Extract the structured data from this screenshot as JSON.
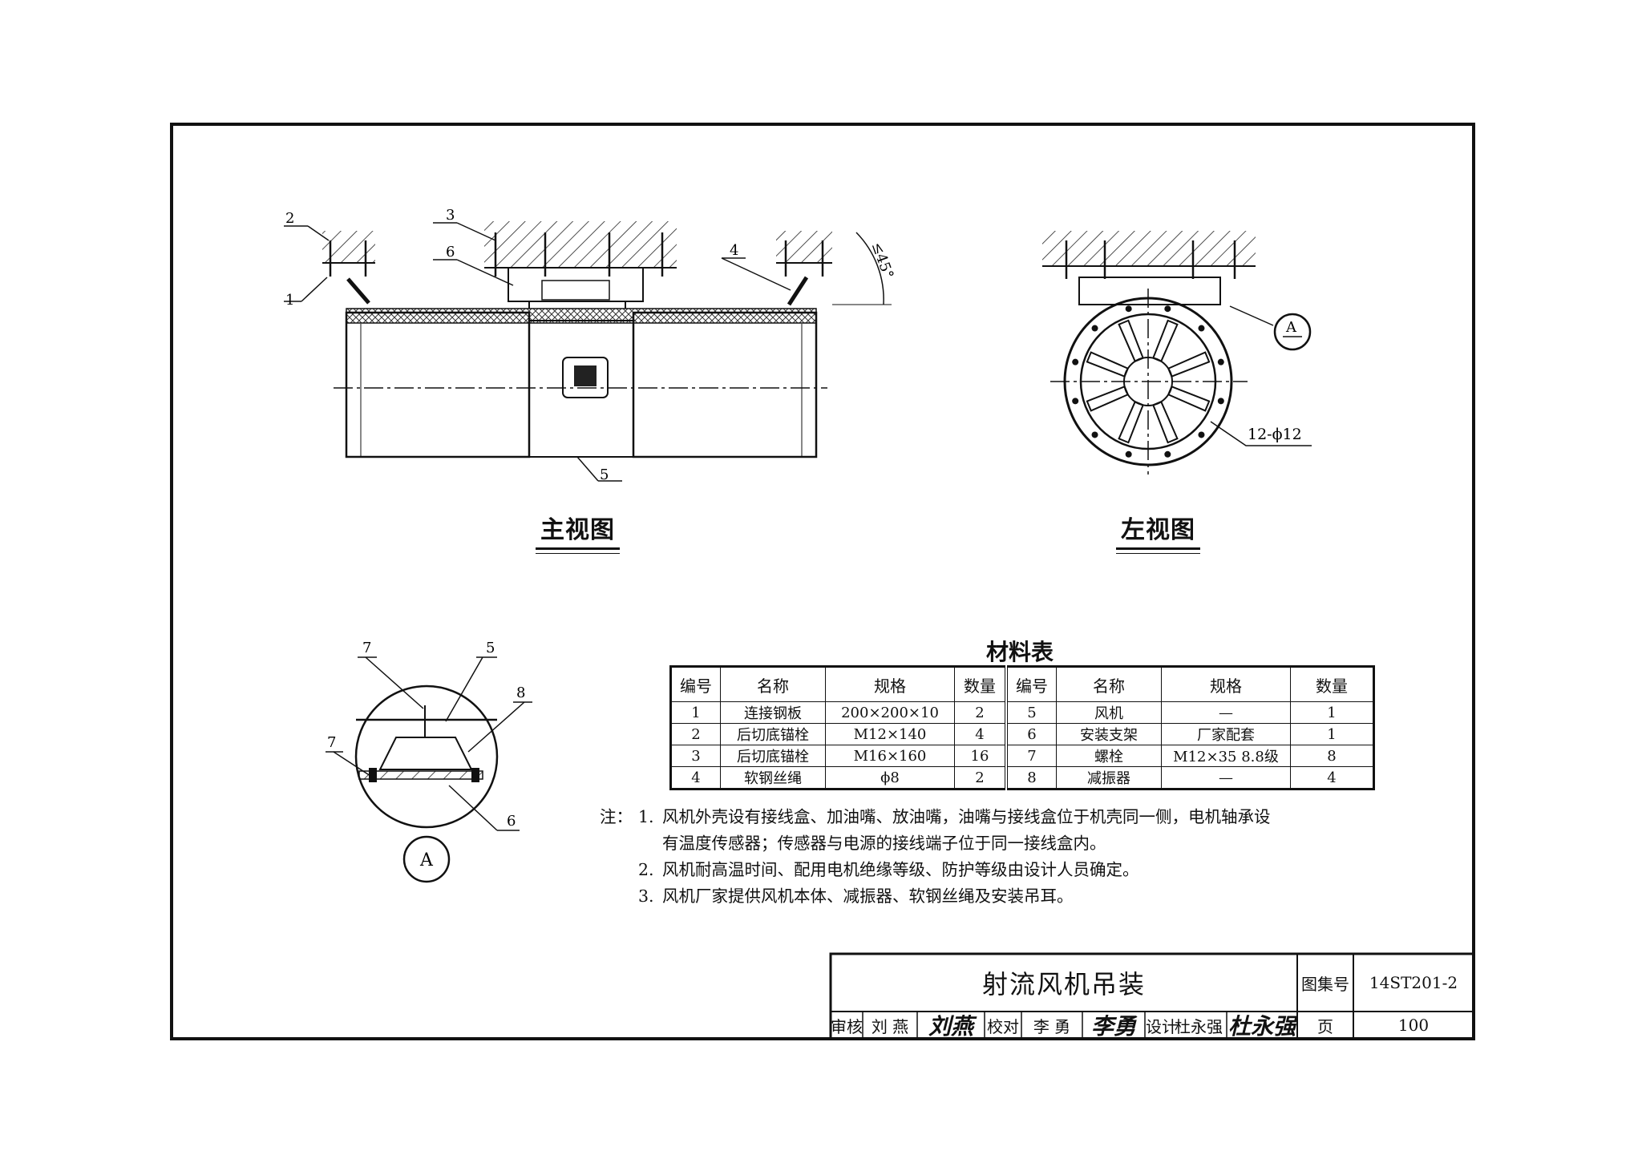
{
  "views": {
    "front_title": "主视图",
    "left_title": "左视图",
    "detail_marker": "A",
    "front_callouts": [
      "1",
      "2",
      "3",
      "4",
      "5",
      "6"
    ],
    "angle_label": "≤45°",
    "left_callout_marker": "A",
    "bolt_hole_label": "12-ϕ12",
    "detail_callouts": [
      "7",
      "5",
      "8",
      "7",
      "6"
    ]
  },
  "material_table": {
    "title": "材料表",
    "headers": [
      "编号",
      "名称",
      "规格",
      "数量",
      "编号",
      "名称",
      "规格",
      "数量"
    ],
    "rows": [
      [
        "1",
        "连接钢板",
        "200×200×10",
        "2",
        "5",
        "风机",
        "—",
        "1"
      ],
      [
        "2",
        "后切底锚栓",
        "M12×140",
        "4",
        "6",
        "安装支架",
        "厂家配套",
        "1"
      ],
      [
        "3",
        "后切底锚栓",
        "M16×160",
        "16",
        "7",
        "螺栓",
        "M12×35 8.8级",
        "8"
      ],
      [
        "4",
        "软钢丝绳",
        "ϕ8",
        "2",
        "8",
        "减振器",
        "—",
        "4"
      ]
    ]
  },
  "notes": {
    "prefix": "注：",
    "items": [
      {
        "num": "1.",
        "line1": "风机外壳设有接线盒、加油嘴、放油嘴，油嘴与接线盒位于机壳同一侧，电机轴承设",
        "line2": "有温度传感器；传感器与电源的接线端子位于同一接线盒内。"
      },
      {
        "num": "2.",
        "line1": "风机耐高温时间、配用电机绝缘等级、防护等级由设计人员确定。",
        "line2": ""
      },
      {
        "num": "3.",
        "line1": "风机厂家提供风机本体、减振器、软钢丝绳及安装吊耳。",
        "line2": ""
      }
    ]
  },
  "title_block": {
    "drawing_title": "射流风机吊装",
    "atlas_label": "图集号",
    "atlas_no": "14ST201-2",
    "page_label": "页",
    "page_no": "100",
    "review_label": "审核",
    "reviewer": "刘 燕",
    "reviewer_sign": "刘燕",
    "check_label": "校对",
    "checker": "李 勇",
    "checker_sign": "李勇",
    "design_label": "设计",
    "designer": "杜永强",
    "designer_sign": "杜永强"
  }
}
